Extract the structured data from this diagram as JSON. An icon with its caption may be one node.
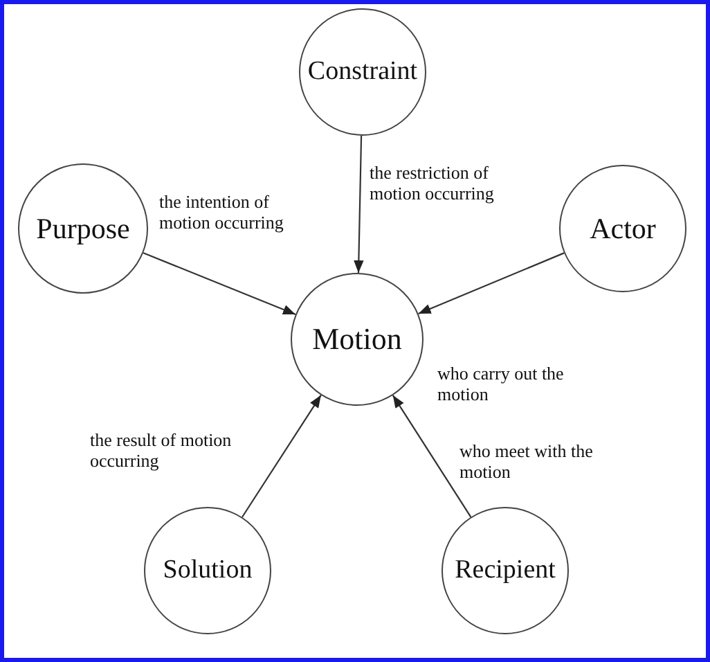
{
  "diagram": {
    "nodes": [
      {
        "text": [
          "Constraint"
        ]
      },
      {
        "text": [
          "Purpose"
        ]
      },
      {
        "text": [
          "Motion"
        ]
      },
      {
        "text": [
          "Actor"
        ]
      },
      {
        "text": [
          "Solution"
        ]
      },
      {
        "text": [
          "Recipient"
        ]
      }
    ],
    "edges": [
      {
        "from": 0,
        "to": 2,
        "arrow": "to",
        "label": "the restriction of motion occurring"
      },
      {
        "from": 1,
        "to": 2,
        "arrow": "to",
        "label": "the intention of motion occurring"
      },
      {
        "from": 3,
        "to": 2,
        "arrow": "to",
        "label": "who carry out the motion"
      },
      {
        "from": 4,
        "to": 2,
        "arrow": "to",
        "label": "the result of motion occurring"
      },
      {
        "from": 5,
        "to": 2,
        "arrow": "to",
        "label": "who meet with the motion"
      }
    ]
  }
}
